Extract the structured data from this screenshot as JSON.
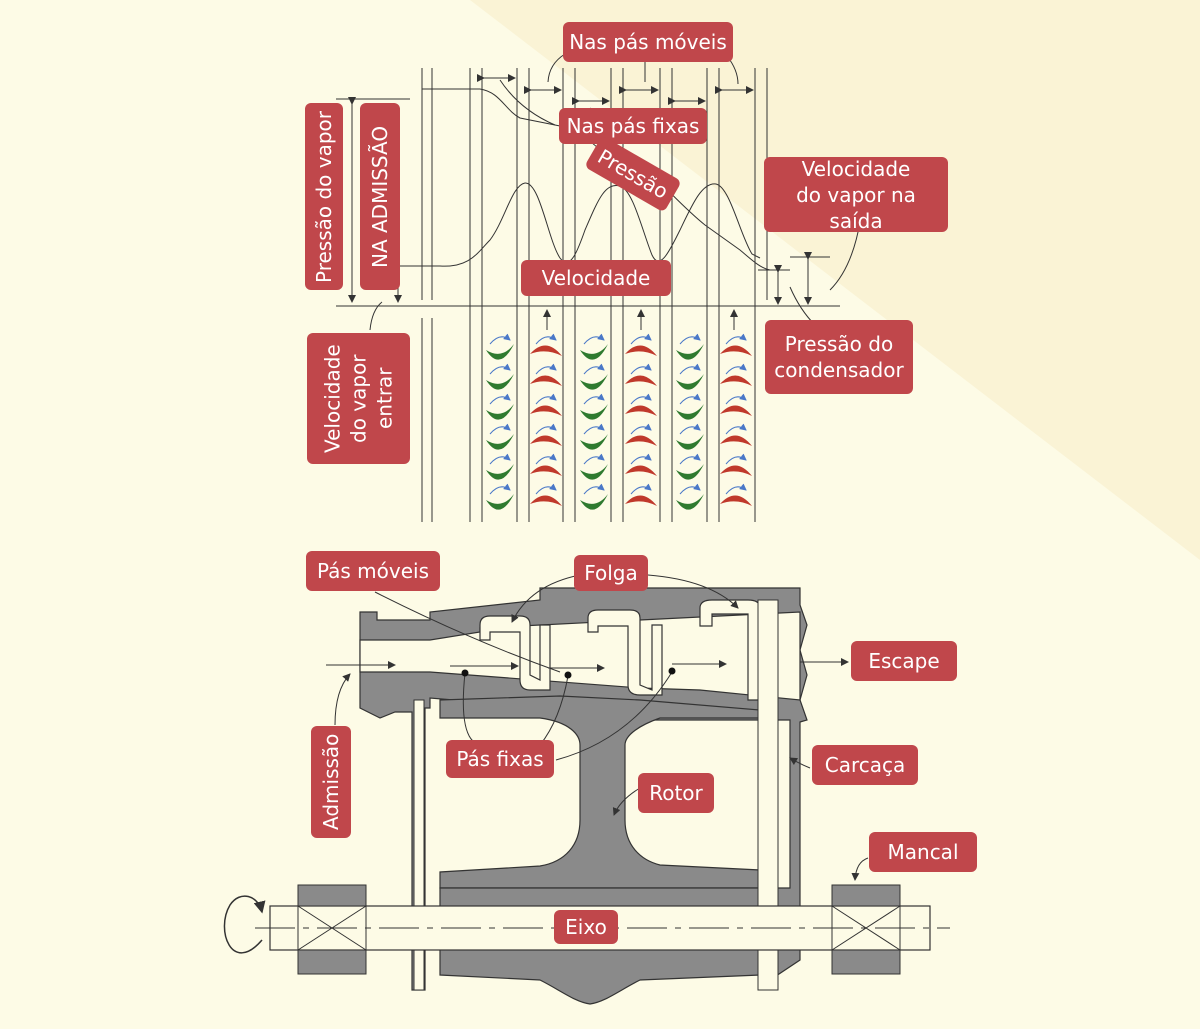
{
  "colors": {
    "background_light": "#fdfbe6",
    "background_dark": "#faf3d5",
    "label_fill": "#c0474b",
    "label_text": "#ffffff",
    "casing_gray": "#8a8a8a",
    "fixed_blade_green": "#2f7a2f",
    "moving_blade_red": "#c0392b",
    "flow_arrow_blue": "#4a78c8",
    "line": "#333333"
  },
  "labels": {
    "nas_pas_moveis": "Nas pás móveis",
    "nas_pas_fixas": "Nas pás fixas",
    "pressao": "Pressão",
    "pressao_do_vapor": "Pressão do vapor",
    "na_admissao": "NA ADMISSÃO",
    "velocidade_vapor_saida": "Velocidade\ndo vapor na saída",
    "velocidade": "Velocidade",
    "pressao_do_condensador": "Pressão do\ncondensador",
    "velocidade_vapor_entrar": "Velocidade\ndo vapor\nentrar",
    "pas_moveis": "Pás móveis",
    "folga": "Folga",
    "escape": "Escape",
    "pas_fixas": "Pás fixas",
    "carcaca": "Carcaça",
    "rotor": "Rotor",
    "admissao": "Admissão",
    "mancal": "Mancal",
    "eixo": "Eixo"
  },
  "icons": {
    "fixed_blade": "fixed-blade-crescent-icon",
    "moving_blade": "moving-blade-crescent-icon",
    "flow": "flow-arrow-icon",
    "rotation": "rotation-arrow-icon"
  }
}
